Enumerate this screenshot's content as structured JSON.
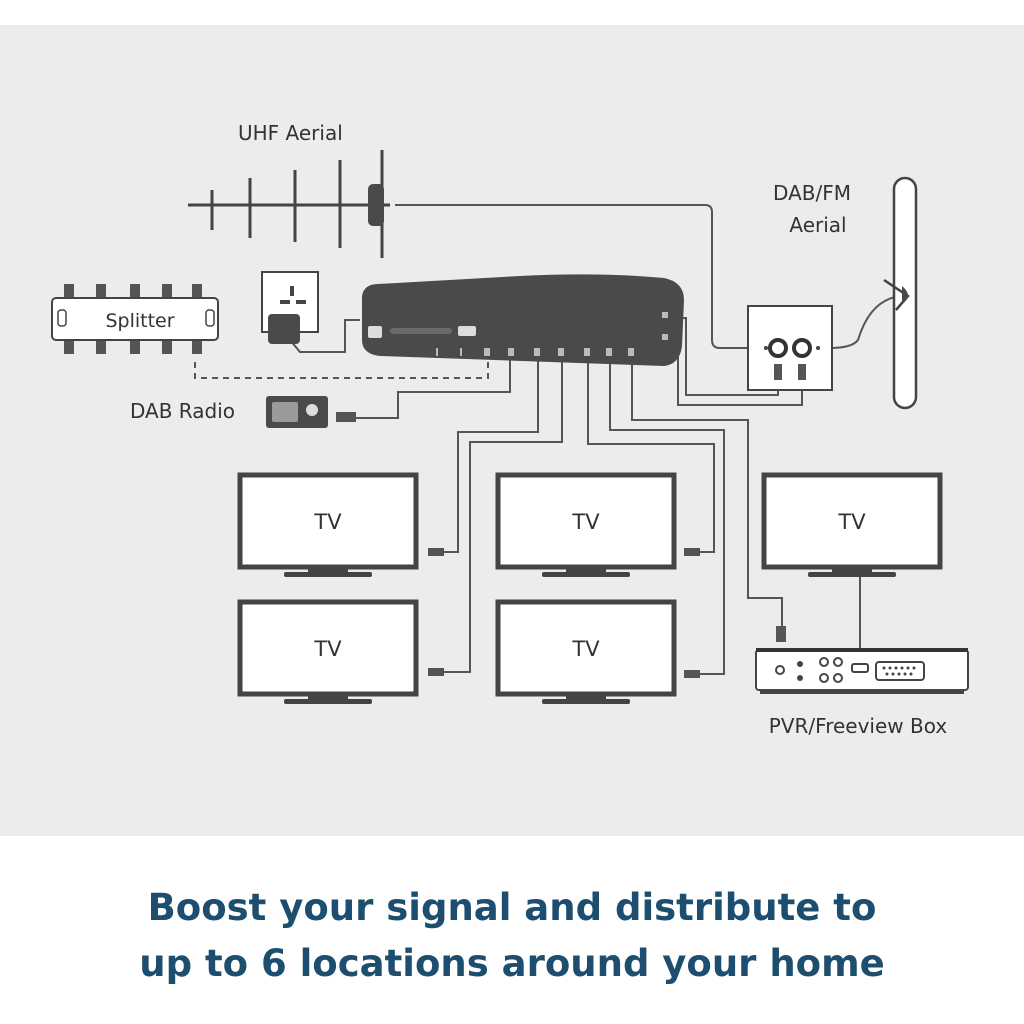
{
  "labels": {
    "uhf_aerial": "UHF Aerial",
    "dab_fm_aerial_line1": "DAB/FM",
    "dab_fm_aerial_line2": "Aerial",
    "splitter": "Splitter",
    "dab_radio": "DAB Radio",
    "pvr_box": "PVR/Freeview Box"
  },
  "tvs": [
    {
      "label": "TV"
    },
    {
      "label": "TV"
    },
    {
      "label": "TV"
    },
    {
      "label": "TV"
    },
    {
      "label": "TV"
    }
  ],
  "caption": {
    "line1": "Boost your signal and distribute to",
    "line2": "up to 6 locations around your home"
  },
  "colors": {
    "background_panel": "#ececec",
    "device_dark": "#4a4a4a",
    "line": "#555555",
    "caption": "#1d4e6f"
  }
}
